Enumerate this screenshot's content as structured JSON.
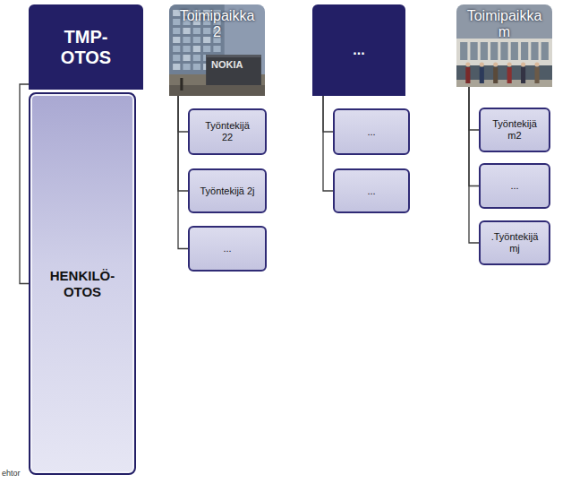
{
  "diagram": {
    "nodes": [
      {
        "text": [
          "TMP- OTOS"
        ]
      },
      {
        "text": [
          "HENKILÖ- OTOS"
        ]
      },
      {
        "text": [
          "Toimipaikka 2"
        ]
      },
      {
        "text": [
          "Työntekijä 22"
        ]
      },
      {
        "text": [
          "Työntekijä 2j"
        ]
      },
      {
        "text": [
          "..."
        ]
      },
      {
        "text": [
          "..."
        ]
      },
      {
        "text": [
          "..."
        ]
      },
      {
        "text": [
          "..."
        ]
      },
      {
        "text": [
          "Toimipaikka m"
        ]
      },
      {
        "text": [
          "Työntekijä m2"
        ]
      },
      {
        "text": [
          "..."
        ]
      },
      {
        "text": [
          ".Työntekijä mj"
        ]
      }
    ],
    "edges": [
      {
        "from": 0,
        "to": 1,
        "arrow": "none"
      },
      {
        "from": 2,
        "to": 3,
        "arrow": "none"
      },
      {
        "from": 2,
        "to": 4,
        "arrow": "none"
      },
      {
        "from": 2,
        "to": 5,
        "arrow": "none"
      },
      {
        "from": 6,
        "to": 7,
        "arrow": "none"
      },
      {
        "from": 6,
        "to": 8,
        "arrow": "none"
      },
      {
        "from": 9,
        "to": 10,
        "arrow": "none"
      },
      {
        "from": 9,
        "to": 11,
        "arrow": "none"
      },
      {
        "from": 9,
        "to": 12,
        "arrow": "none"
      }
    ],
    "labels": [
      "NOKIA",
      "ehtor"
    ]
  }
}
